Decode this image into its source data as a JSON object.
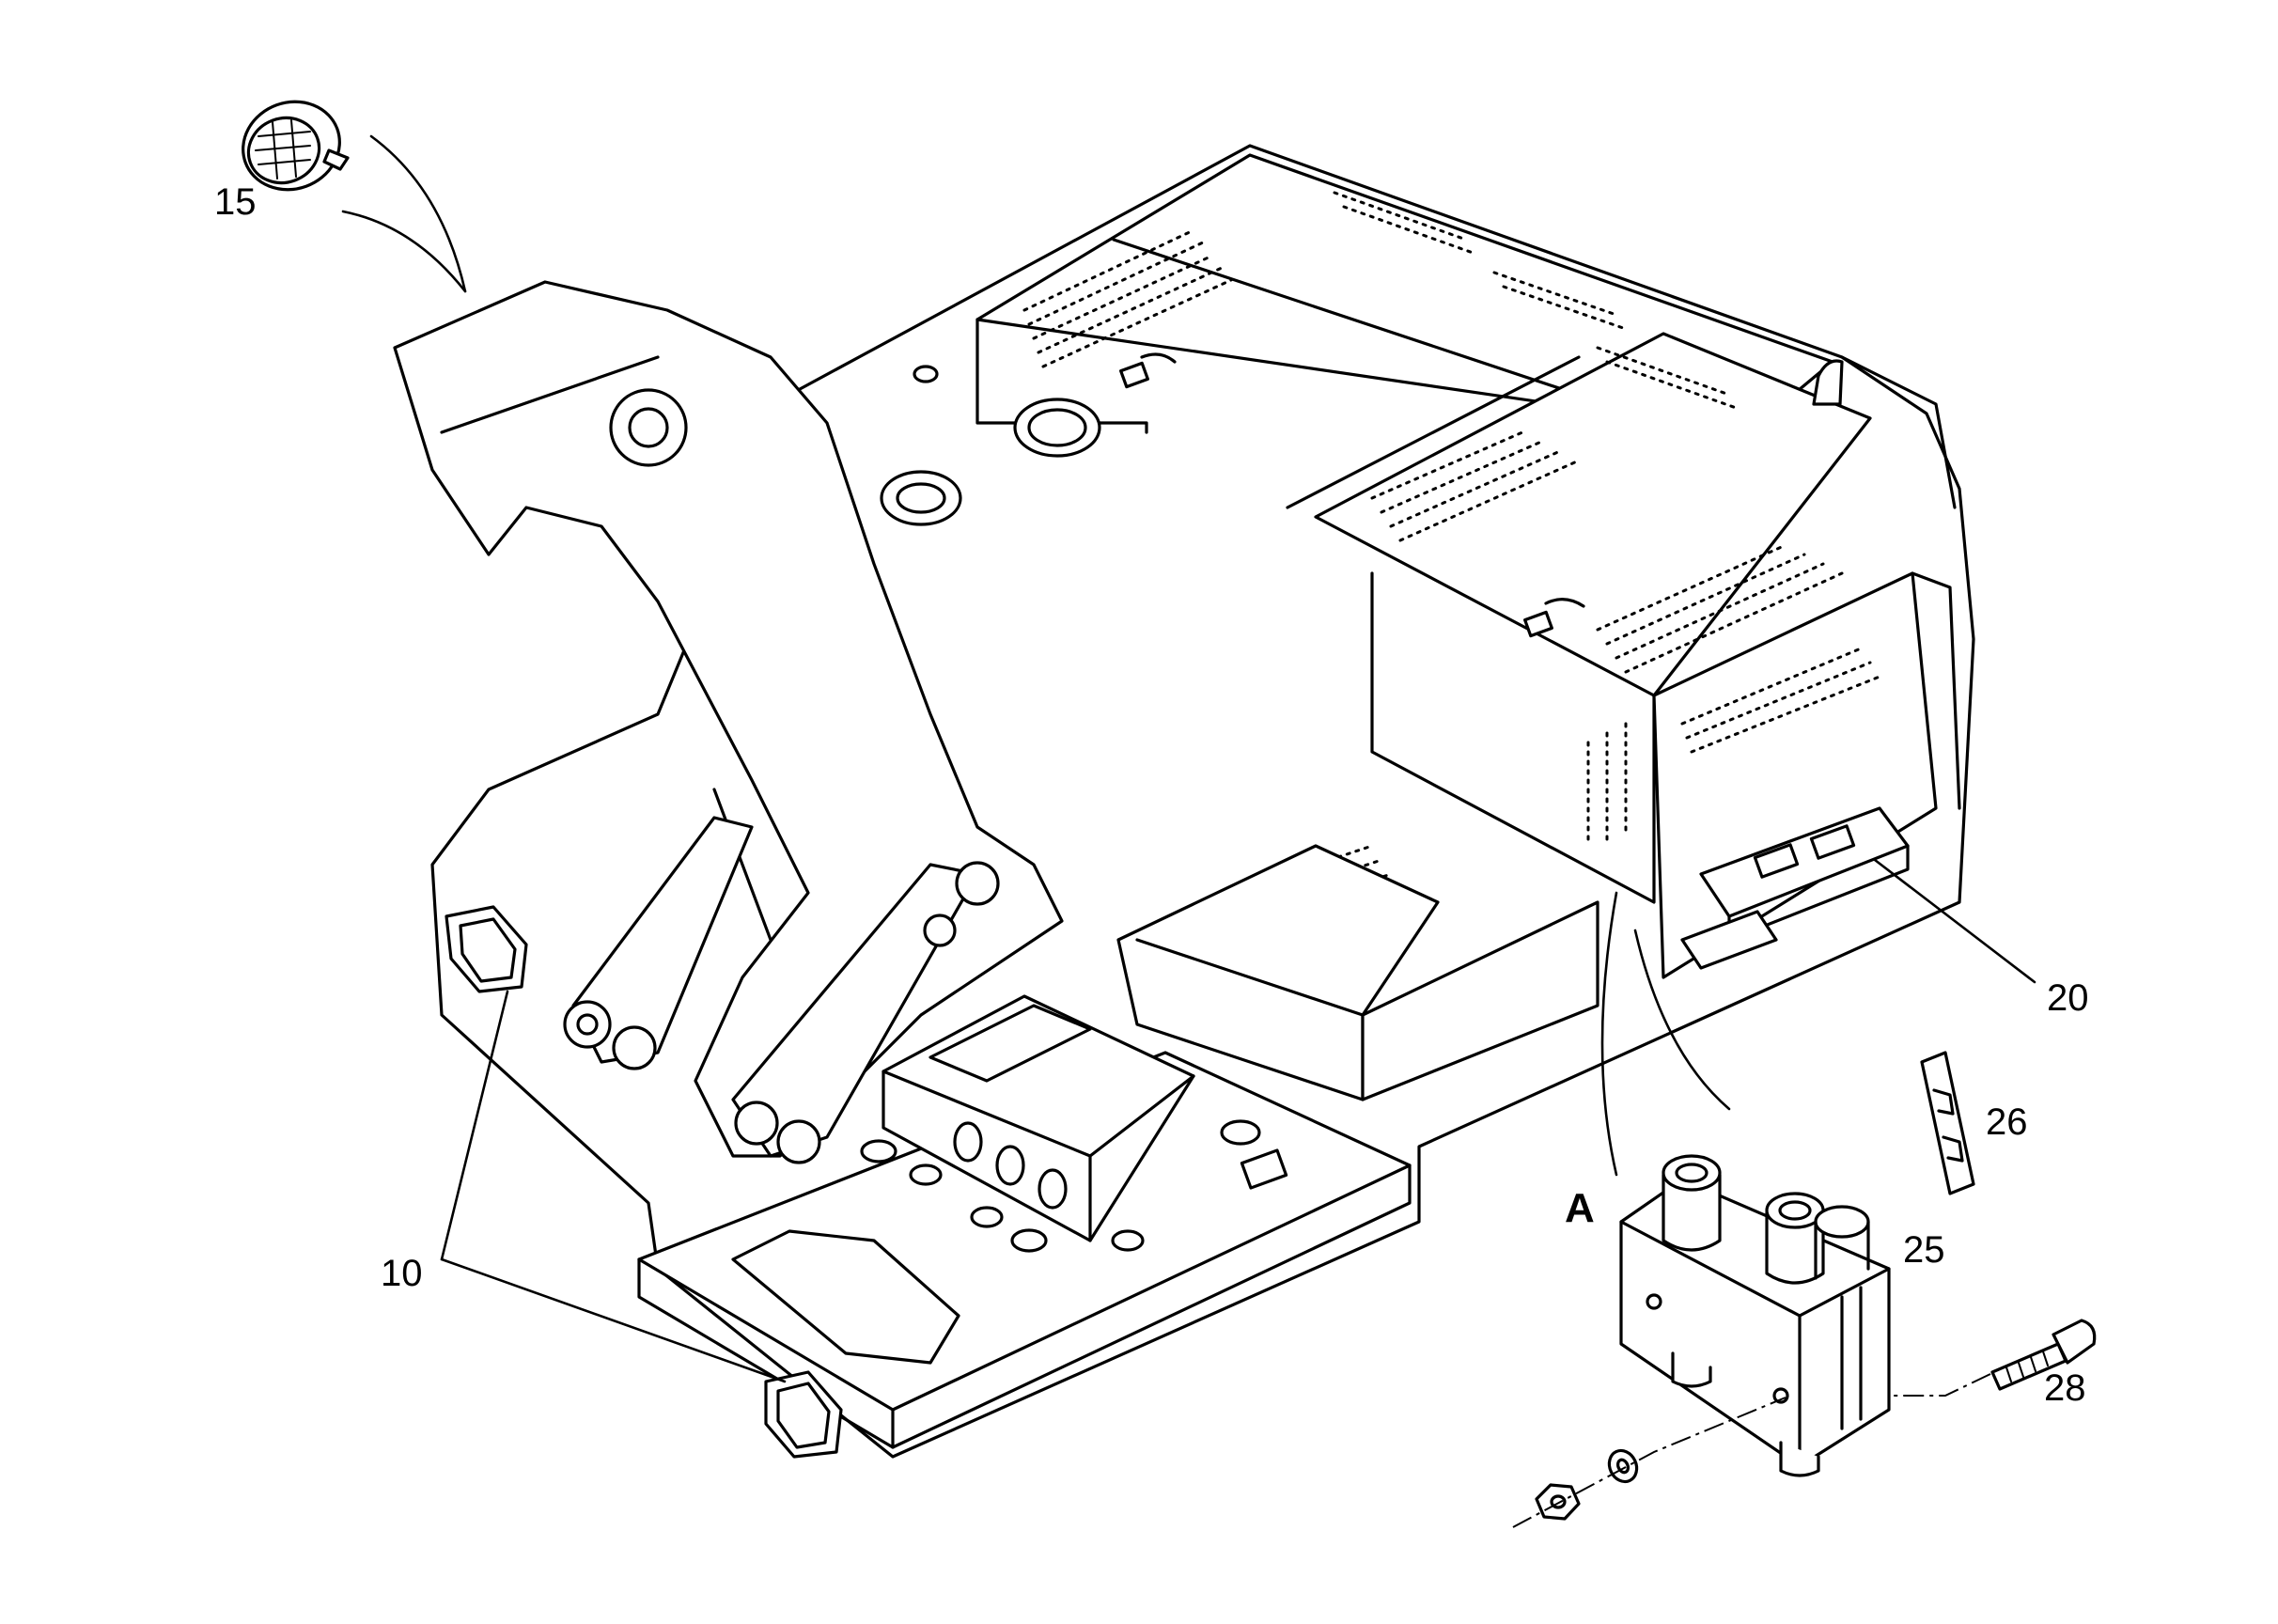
{
  "callouts": {
    "c15": "15",
    "c10": "10",
    "c20": "20",
    "c26": "26",
    "c25": "25",
    "c28": "28",
    "detail": "A"
  },
  "icons": [
    "work-light-icon",
    "rear-lamp-icon",
    "fuse-box-icon",
    "fuse-clip-icon",
    "relay-socket-icon",
    "screw-icon",
    "washer-icon",
    "nut-icon"
  ]
}
